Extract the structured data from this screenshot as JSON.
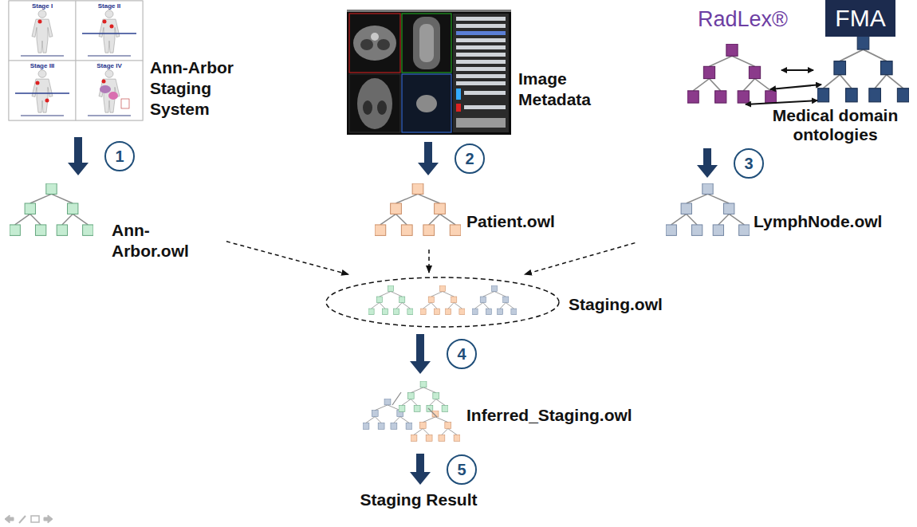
{
  "diagram": {
    "nodes": [
      {
        "text": [
          "Ann-Arbor Staging System"
        ]
      },
      {
        "text": [
          "Image Metadata"
        ]
      },
      {
        "text": [
          "RadLex®",
          "FMA",
          "Medical domain ontologies"
        ]
      },
      {
        "text": [
          "Ann-Arbor.owl"
        ]
      },
      {
        "text": [
          "Patient.owl"
        ]
      },
      {
        "text": [
          "LymphNode.owl"
        ]
      },
      {
        "text": [
          "Staging.owl"
        ]
      },
      {
        "text": [
          "Inferred_Staging.owl"
        ]
      },
      {
        "text": [
          "Staging Result"
        ]
      }
    ],
    "edges": [
      {
        "from": 0,
        "to": 3,
        "arrow": "to",
        "label": "1"
      },
      {
        "from": 1,
        "to": 4,
        "arrow": "to",
        "label": "2"
      },
      {
        "from": 2,
        "to": 5,
        "arrow": "to",
        "label": "3"
      },
      {
        "from": 3,
        "to": 6,
        "arrow": "to"
      },
      {
        "from": 4,
        "to": 6,
        "arrow": "to"
      },
      {
        "from": 5,
        "to": 6,
        "arrow": "to"
      },
      {
        "from": 6,
        "to": 7,
        "arrow": "to",
        "label": "4"
      },
      {
        "from": 7,
        "to": 8,
        "arrow": "to",
        "label": "5"
      }
    ],
    "labels": [
      "Stage I",
      "Stage II",
      "Stage III",
      "Stage IV"
    ]
  }
}
